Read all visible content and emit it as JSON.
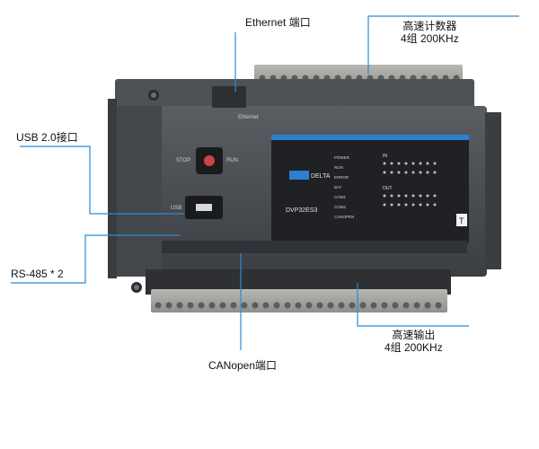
{
  "callouts": {
    "ethernet": "Ethernet 端口",
    "hs_counter_line1": "高速计数器",
    "hs_counter_line2": "4组 200KHz",
    "usb": "USB 2.0接口",
    "rs485": "RS-485  * 2",
    "hs_output_line1": "高速输出",
    "hs_output_line2": "4组 200KHz",
    "canopen": "CANopen端口"
  },
  "device": {
    "ethernet_label": "Ethernet",
    "stop_label": "STOP",
    "run_label": "RUN",
    "usb_label": "USB",
    "brand": "DELTA",
    "model": "DVP32ES3",
    "status_labels": [
      "POWER",
      "RUN",
      "ERROR",
      "BAT",
      "COM1",
      "COM2",
      "CANOPEN"
    ],
    "in_label": "IN",
    "out_label": "OUT",
    "badge": "T"
  },
  "colors": {
    "callout_line": "#2a8bd6",
    "housing": "#4a4d52",
    "panel": "#1f2124",
    "accent_blue": "#2d7fcf"
  }
}
